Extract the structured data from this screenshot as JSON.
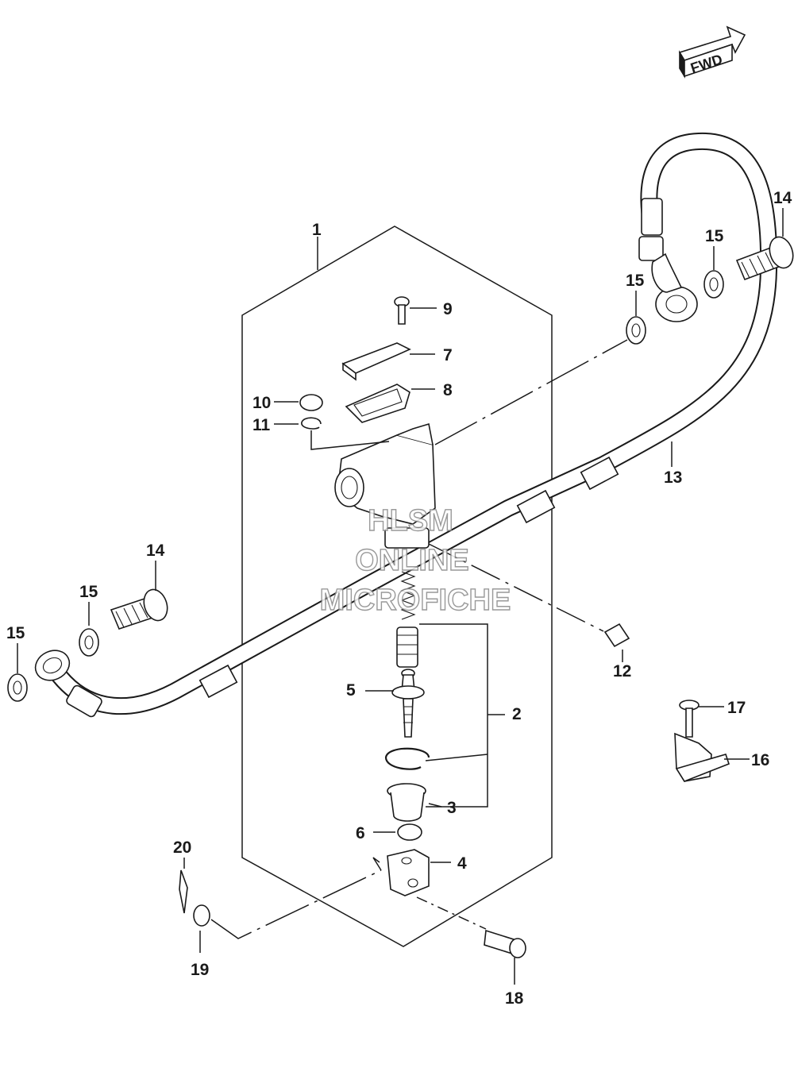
{
  "fwd_label": "FWD",
  "watermark": [
    "HLSM",
    "ONLINE",
    "MICROFICHE"
  ],
  "callouts": {
    "c1": "1",
    "c2": "2",
    "c3": "3",
    "c4": "4",
    "c5": "5",
    "c6": "6",
    "c7": "7",
    "c8": "8",
    "c9": "9",
    "c10": "10",
    "c11": "11",
    "c12": "12",
    "c13": "13",
    "c14a": "14",
    "c14b": "14",
    "c15a": "15",
    "c15b": "15",
    "c15c": "15",
    "c15d": "15",
    "c16": "16",
    "c17": "17",
    "c18": "18",
    "c19": "19",
    "c20": "20"
  }
}
